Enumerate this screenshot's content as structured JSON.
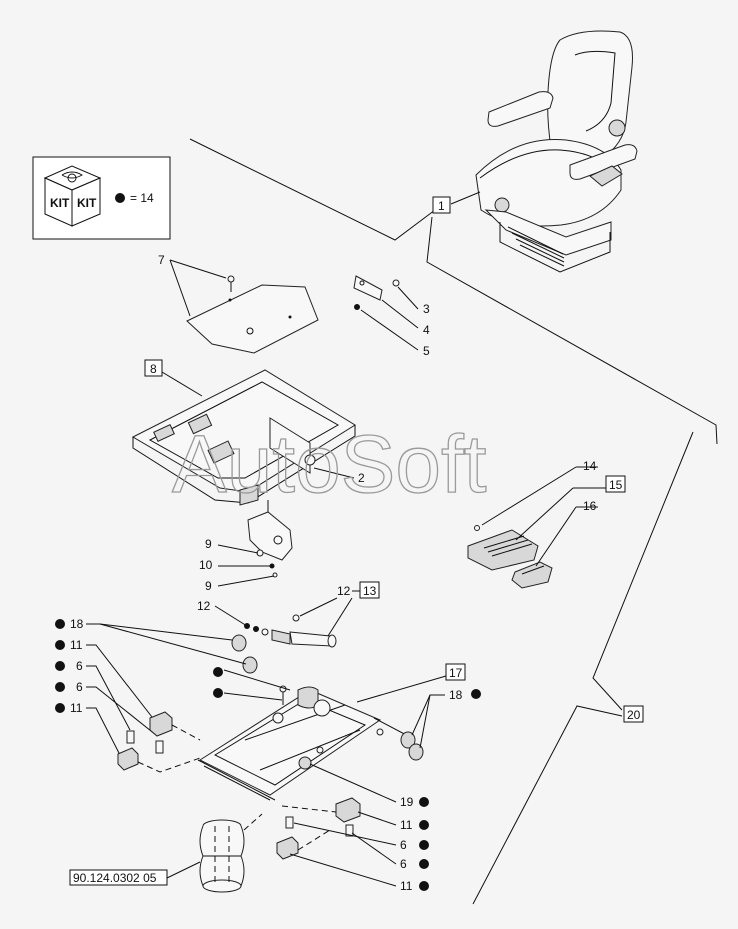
{
  "kit": {
    "label_1": "KIT",
    "label_2": "KIT",
    "equals": "= 14"
  },
  "callouts": {
    "c1": "1",
    "c2": "2",
    "c3": "3",
    "c4": "4",
    "c5": "5",
    "c7": "7",
    "c8": "8",
    "c9a": "9",
    "c10": "10",
    "c9b": "9",
    "c12a": "12",
    "c12b": "12",
    "c13": "13",
    "c14": "14",
    "c15": "15",
    "c16": "16",
    "c17": "17",
    "c18_left": "18",
    "c11_left_a": "11",
    "c6_left_a": "6",
    "c6_left_b": "6",
    "c11_left_b": "11",
    "c18_right": "18",
    "c19": "19",
    "c11_right_a": "11",
    "c6_right_a": "6",
    "c6_right_b": "6",
    "c11_right_b": "11",
    "c20": "20"
  },
  "reference": "90.124.0302 05",
  "watermark": "AutoSoft"
}
